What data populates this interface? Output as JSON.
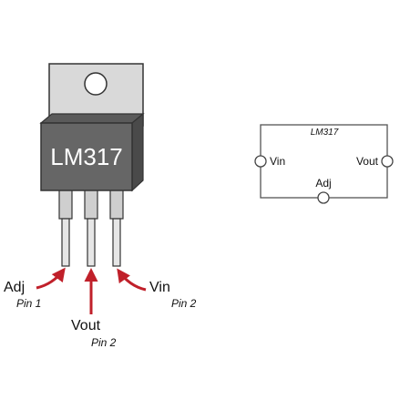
{
  "package": {
    "part_label": "LM317",
    "callouts": [
      {
        "id": "adj",
        "name": "Adj",
        "pin": "Pin 1"
      },
      {
        "id": "vout",
        "name": "Vout",
        "pin": "Pin 2"
      },
      {
        "id": "vin",
        "name": "Vin",
        "pin": "Pin 2"
      }
    ]
  },
  "symbol": {
    "title": "LM317",
    "pins": {
      "left": "Vin",
      "right": "Vout",
      "bottom": "Adj"
    }
  },
  "colors": {
    "arrow": "#c0202a",
    "body_dark": "#666666",
    "tab": "#d9d9d9"
  }
}
